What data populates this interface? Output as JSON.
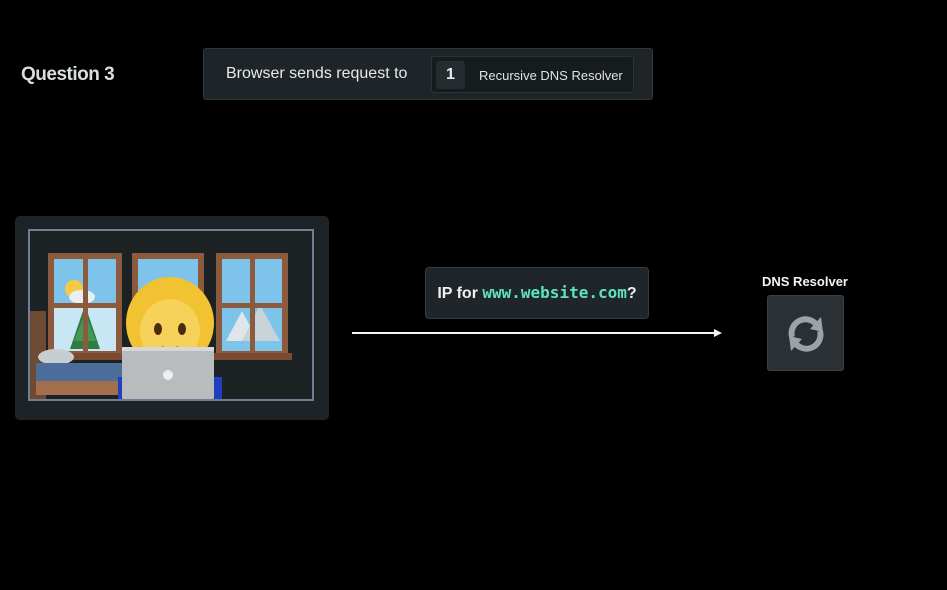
{
  "question": {
    "title": "Question 3"
  },
  "banner": {
    "prompt": "Browser sends request to",
    "answer_number": "1",
    "answer_label": "Recursive DNS Resolver"
  },
  "request": {
    "prefix": "IP for ",
    "domain": "www.website.com",
    "suffix": "?"
  },
  "resolver": {
    "label": "DNS Resolver",
    "icon": "refresh-icon"
  },
  "scene": {
    "icon": "person-with-laptop-illustration"
  },
  "colors": {
    "background": "#000000",
    "panel": "#1e2427",
    "domain_accent": "#5ee3c2",
    "scene_border": "#6f7f96"
  }
}
